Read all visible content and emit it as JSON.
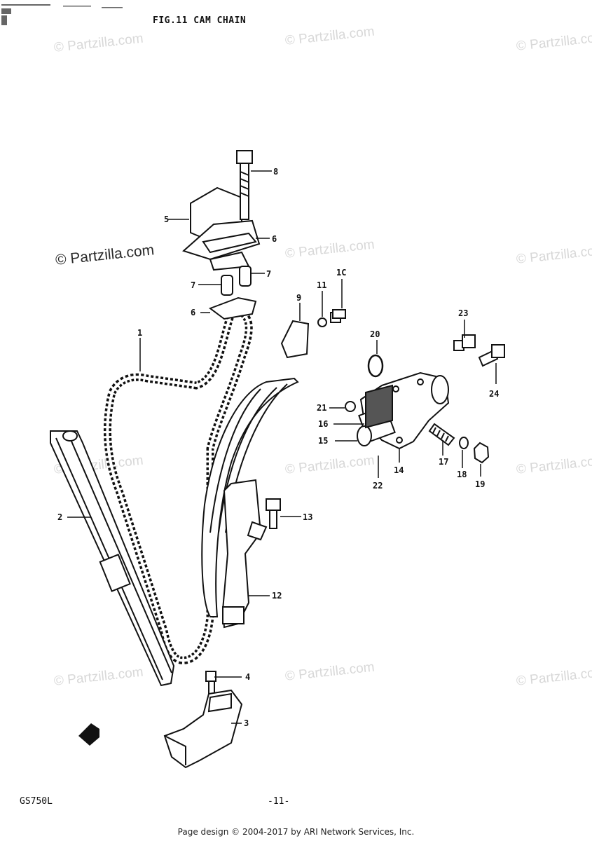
{
  "header": {
    "title": "FIG.11   CAM CHAIN"
  },
  "watermark": {
    "text": "© Partzilla.com"
  },
  "callouts": {
    "c1": "1",
    "c2": "2",
    "c3": "3",
    "c4": "4",
    "c5": "5",
    "c6a": "6",
    "c6b": "6",
    "c7a": "7",
    "c7b": "7",
    "c8": "8",
    "c9": "9",
    "c10": "1C",
    "c11": "11",
    "c12": "12",
    "c13": "13",
    "c14": "14",
    "c15": "15",
    "c16": "16",
    "c17": "17",
    "c18": "18",
    "c19": "19",
    "c20": "20",
    "c21": "21",
    "c22": "22",
    "c23": "23",
    "c24": "24"
  },
  "footer": {
    "model": "GS750L",
    "page": "-11-",
    "credit": "Page design © 2004-2017 by ARI Network Services, Inc."
  }
}
